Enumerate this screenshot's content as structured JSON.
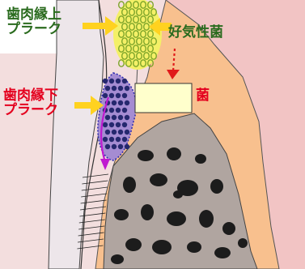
{
  "labels": {
    "supragingival": [
      "歯肉縁上",
      "プラーク"
    ],
    "subgingival": [
      "歯肉縁下",
      "プラーク"
    ],
    "aerobic": "好気性菌",
    "anaerobic_suffix": "菌"
  },
  "colors": {
    "background": "#ffffff",
    "gum_left": "#f3dede",
    "gum_right": "#f2c4c4",
    "gingiva": "#f8c08e",
    "bone": "#b0a5a0",
    "bone_holes": "#1c1c1c",
    "tooth": "#ffffff",
    "root": "#ede6ea",
    "supragingival_plaque": "#f4f067",
    "supragingival_dots": "#9ac43a",
    "subgingival_plaque": "#a58cd2",
    "subgingival_dots": "#25286e",
    "arrow_yellow": "#ffd21f",
    "arrow_red": "#e01a1a",
    "arrow_magenta": "#c01ad0",
    "anaerobic_box": "#ffffcc",
    "label_red": "#e4001e",
    "label_green": "#2a6b1e"
  }
}
